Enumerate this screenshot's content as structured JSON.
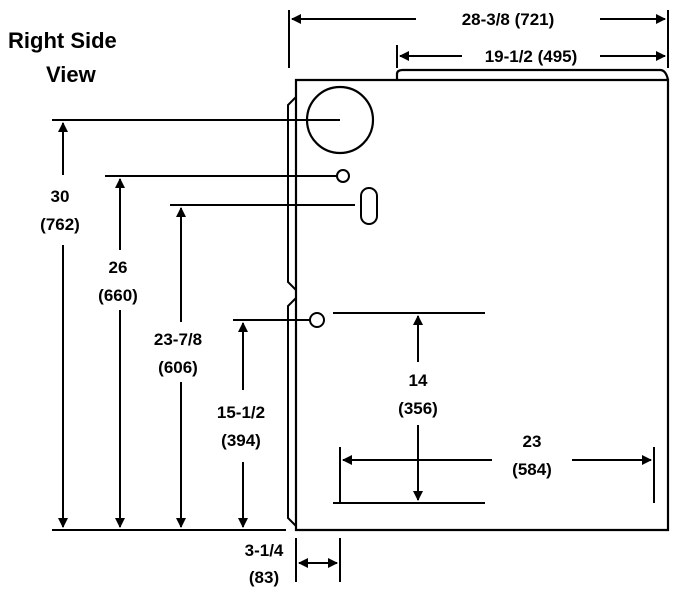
{
  "title": {
    "line1": "Right Side",
    "line2": "View"
  },
  "dimensions": {
    "overall_depth": "28-3/8 (721)",
    "top_panel": "19-1/2 (495)",
    "height_30": {
      "in": "30",
      "mm": "(762)"
    },
    "height_26": {
      "in": "26",
      "mm": "(660)"
    },
    "height_23_7_8": {
      "in": "23-7/8",
      "mm": "(606)"
    },
    "height_15_1_2": {
      "in": "15-1/2",
      "mm": "(394)"
    },
    "vertical_14": {
      "in": "14",
      "mm": "(356)"
    },
    "horizontal_23": {
      "in": "23",
      "mm": "(584)"
    },
    "offset_3_1_4": {
      "in": "3-1/4",
      "mm": "(83)"
    }
  },
  "colors": {
    "line": "#000000",
    "background": "#ffffff"
  }
}
